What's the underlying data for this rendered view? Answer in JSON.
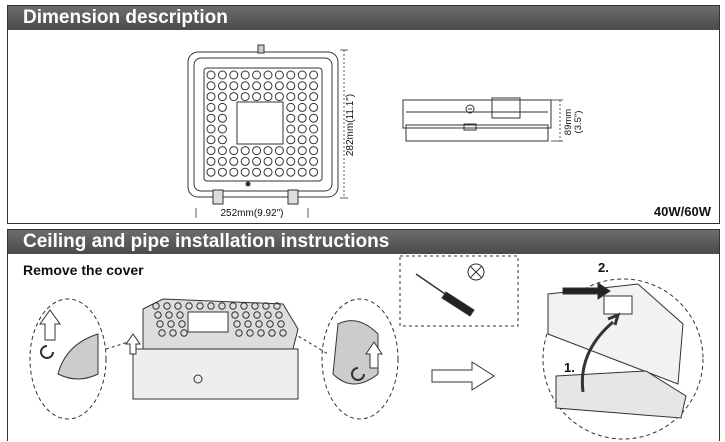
{
  "dimension": {
    "title": "Dimension description",
    "width_label": "252mm(9.92\")",
    "height_label": "282mm(11.1\")",
    "depth_mm": "89mm",
    "depth_in": "(3.5\")",
    "model": "40W/60W"
  },
  "install": {
    "title": "Ceiling and pipe installation instructions",
    "subtitle": "Remove the cover",
    "step1": "1.",
    "step2": "2."
  },
  "colors": {
    "header_bar": "#555555",
    "arrow_fill": "#ffffff",
    "line": "#333333"
  },
  "icons": [
    "screwdriver-icon",
    "prohibited-icon",
    "up-arrow-icon",
    "rotate-icon",
    "right-arrow-icon"
  ]
}
